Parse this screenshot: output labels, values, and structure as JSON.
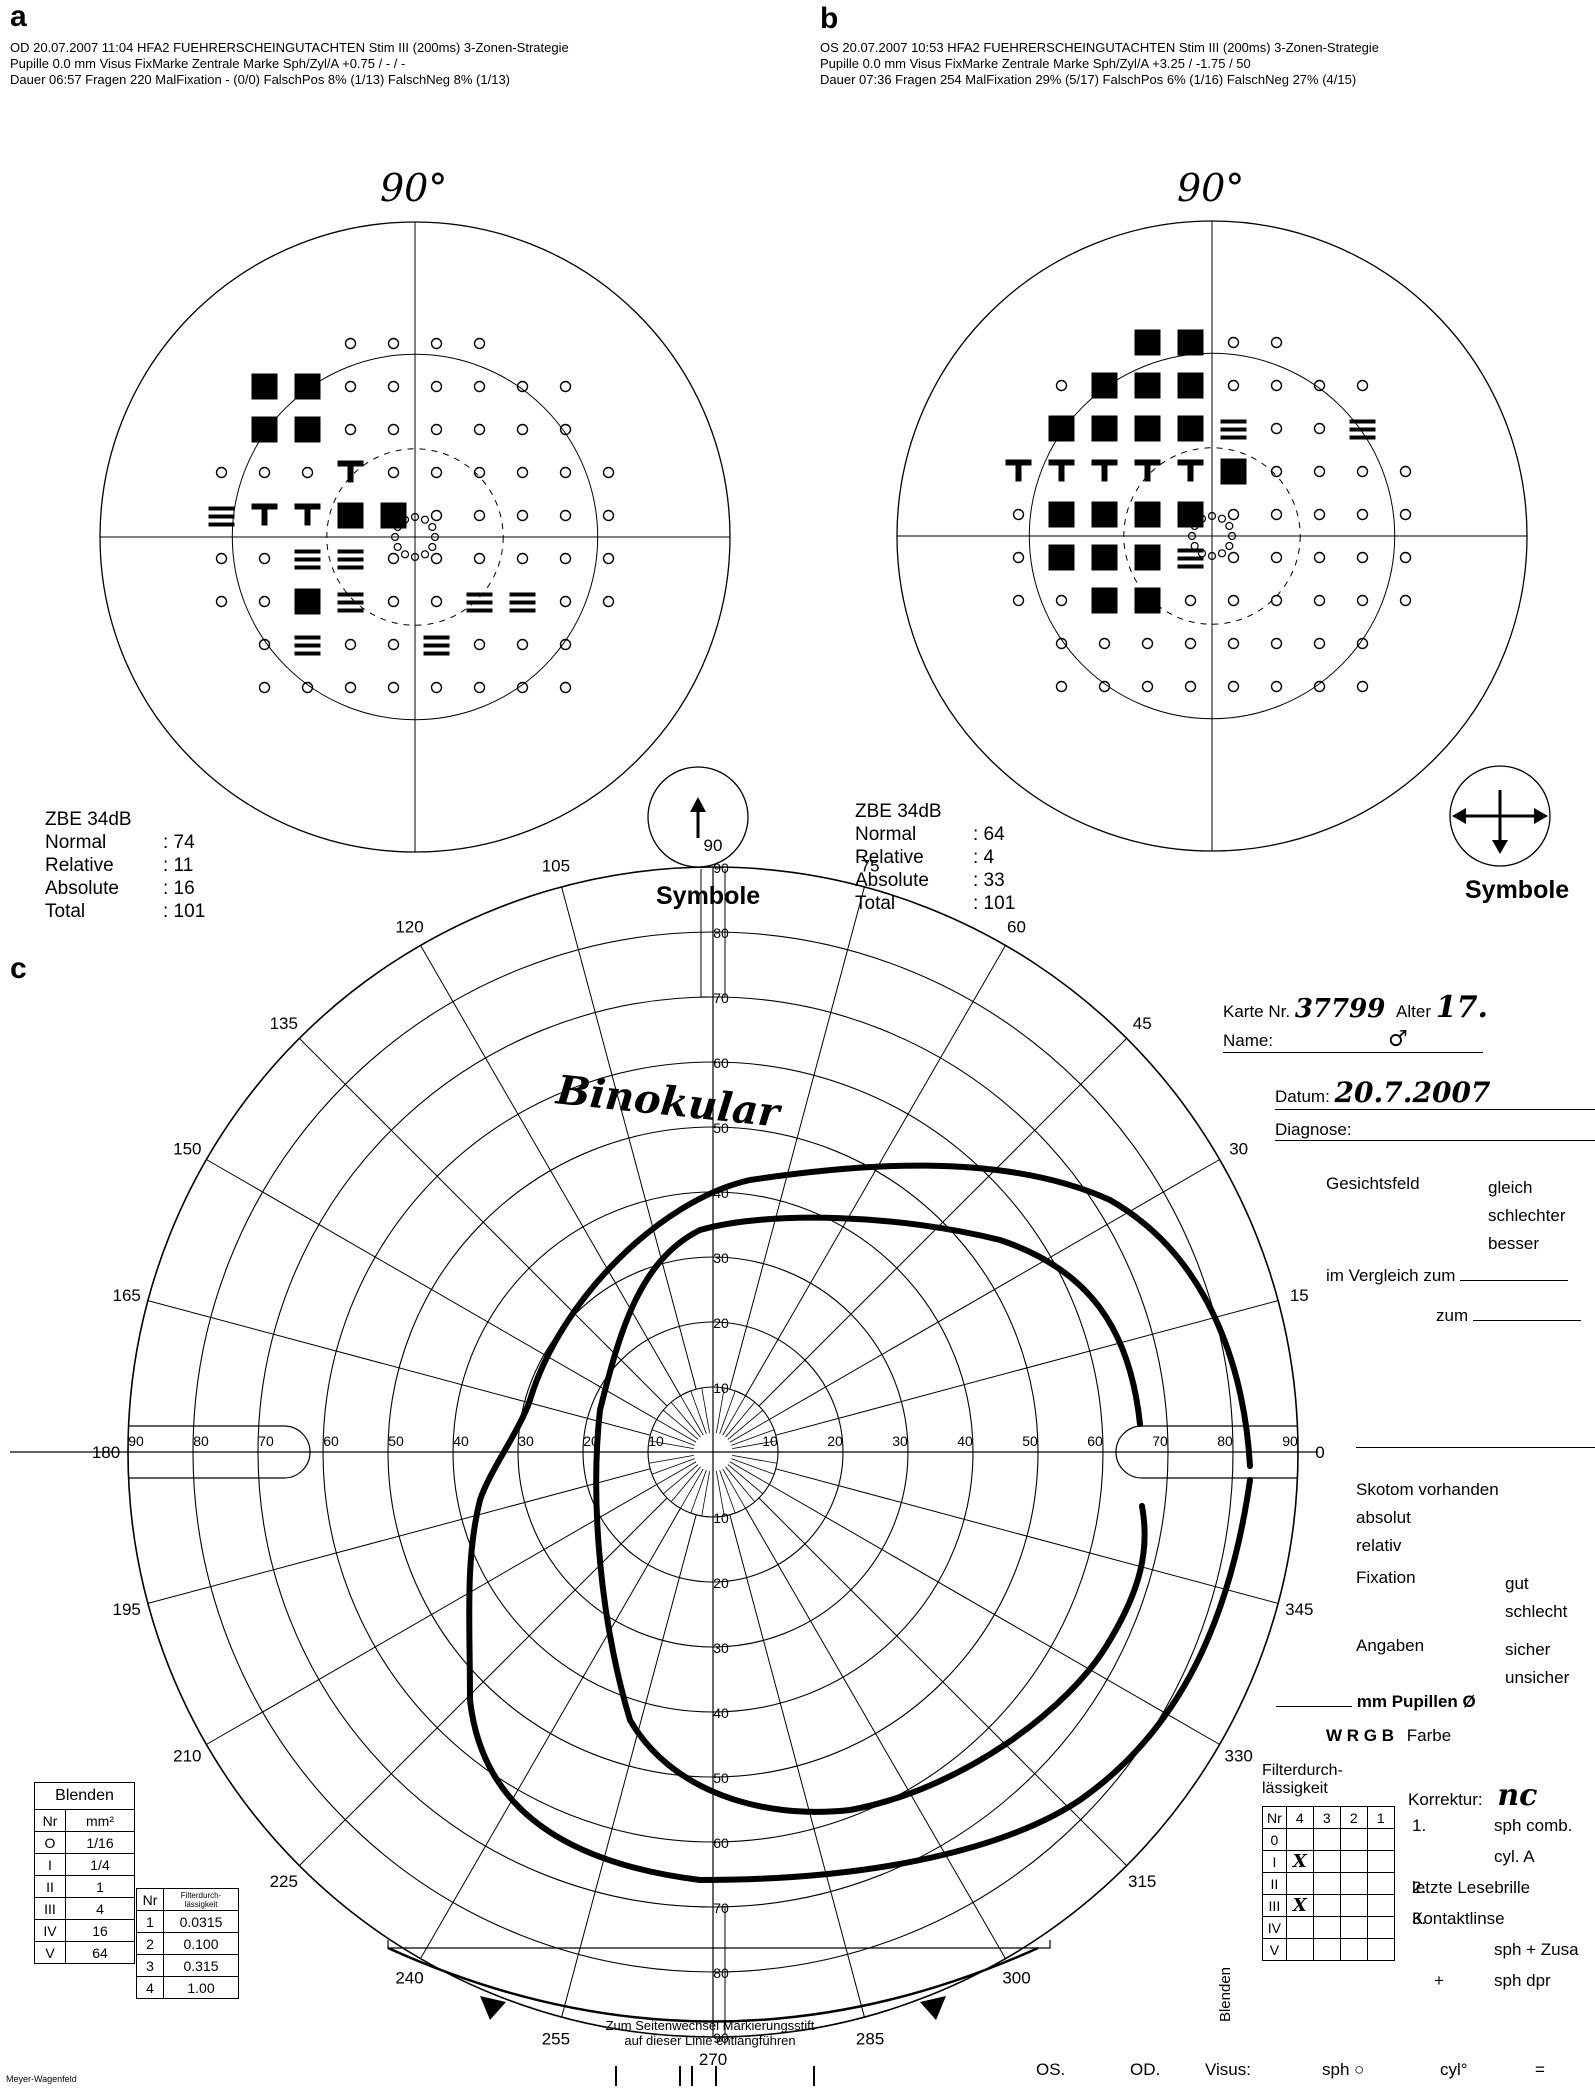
{
  "panel_a": {
    "letter": "a",
    "header": [
      "OD  20.07.2007   11:04   HFA2 FUEHRERSCHEINGUTACHTEN  Stim  III (200ms)   3-Zonen-Strategie",
      "Pupille 0.0 mm    Visus     FixMarke Zentrale Marke    Sph/Zyl/A +0.75 / - / -",
      "Dauer 06:57   Fragen 220   MalFixation - (0/0)   FalschPos 8% (1/13)   FalschNeg 8% (1/13)"
    ],
    "degree_label": "90°",
    "stats": {
      "title": "ZBE  34dB",
      "rows": [
        {
          "label": "Normal",
          "value": ":  74"
        },
        {
          "label": "Relative",
          "value": ":  11"
        },
        {
          "label": "Absolute",
          "value": ":  16"
        },
        {
          "label": "Total",
          "value": ":  101"
        }
      ]
    },
    "symbol_label": "Symbole"
  },
  "panel_b": {
    "letter": "b",
    "header": [
      "OS  20.07.2007   10:53   HFA2 FUEHRERSCHEINGUTACHTEN  Stim  III (200ms)   3-Zonen-Strategie",
      "Pupille 0.0 mm    Visus     FixMarke Zentrale Marke    Sph/Zyl/A +3.25 / -1.75 / 50",
      "Dauer 07:36   Fragen 254   MalFixation 29% (5/17)   FalschPos 6% (1/16)   FalschNeg 27% (4/15)"
    ],
    "degree_label": "90°",
    "stats": {
      "title": "ZBE  34dB",
      "rows": [
        {
          "label": "Normal",
          "value": ":  64"
        },
        {
          "label": "Relative",
          "value": ":  4"
        },
        {
          "label": "Absolute",
          "value": ":  33"
        },
        {
          "label": "Total",
          "value": ":  101"
        }
      ]
    },
    "symbol_label": "Symbole"
  },
  "panel_c": {
    "letter": "c",
    "meridians": [
      "0",
      "15",
      "30",
      "45",
      "60",
      "75",
      "90",
      "105",
      "120",
      "135",
      "150",
      "165",
      "180",
      "195",
      "210",
      "225",
      "240",
      "255",
      "270",
      "285",
      "300",
      "315",
      "330",
      "345"
    ],
    "scale_labels": [
      "10",
      "20",
      "30",
      "40",
      "50",
      "60",
      "70",
      "80",
      "90"
    ],
    "handwriting_note": "Binokular",
    "form": {
      "karte_label": "Karte Nr.",
      "karte_value": "37799",
      "alter_label": "Alter",
      "alter_value": "17.",
      "sex_value": "♂",
      "name_label": "Name:",
      "datum_label": "Datum:",
      "datum_value": "20.7.2007",
      "diagnose_label": "Diagnose:",
      "gesichtsfeld_label": "Gesichtsfeld",
      "gesichtsfeld_options": [
        "gleich",
        "schlechter",
        "besser"
      ],
      "vergleich_label": "im Vergleich zum",
      "zum_label": "zum",
      "skotom_label": "Skotom vorhanden",
      "skotom_options": [
        "absolut",
        "relativ"
      ],
      "fixation_label": "Fixation",
      "fixation_options": [
        "gut",
        "schlecht"
      ],
      "angaben_label": "Angaben",
      "angaben_options": [
        "sicher",
        "unsicher"
      ],
      "pupillen_label": "mm Pupillen Ø",
      "farbe_letters": "W  R  G  B",
      "farbe_label": "Farbe",
      "filter_label_1": "Filterdurch-",
      "filter_label_2": "lässigkeit",
      "korrektur_label": "Korrektur:",
      "korrektur_value": "nc",
      "korrektur_items": [
        {
          "num": "1.",
          "text": "sph comb."
        },
        {
          "num": "",
          "text": "cyl. A"
        },
        {
          "num": "2.",
          "text": "letzte Lesebrille"
        },
        {
          "num": "3.",
          "text": "Kontaktlinse"
        },
        {
          "num": "",
          "text": "sph + Zusa"
        },
        {
          "num": "+",
          "text": "sph dpr"
        }
      ]
    },
    "blenden_title": "Blenden",
    "blenden_header": [
      "Nr",
      "mm²"
    ],
    "blenden_rows": [
      [
        "O",
        "1/16"
      ],
      [
        "I",
        "1/4"
      ],
      [
        "II",
        "1"
      ],
      [
        "III",
        "4"
      ],
      [
        "IV",
        "16"
      ],
      [
        "V",
        "64"
      ]
    ],
    "filter_header": [
      "Nr",
      "Filterdurch-lässigkeit"
    ],
    "filter_rows": [
      [
        "1",
        "0.0315"
      ],
      [
        "2",
        "0.100"
      ],
      [
        "3",
        "0.315"
      ],
      [
        "4",
        "1.00"
      ]
    ],
    "grid_header": [
      "Nr",
      "4",
      "3",
      "2",
      "1"
    ],
    "grid_rows": [
      "0",
      "I",
      "II",
      "III",
      "IV",
      "V"
    ],
    "grid_side_label": "Blenden",
    "grid_marks": [
      "X",
      "X"
    ],
    "arc_instruction": [
      "Zum Seitenwechsel Markierungsstift",
      "auf dieser Linie entlangführen"
    ],
    "bottom_row": {
      "os": "OS.",
      "od": "OD.",
      "visus": "Visus:",
      "sph": "sph ○",
      "cyl": "cyl°",
      "eq": "="
    },
    "maker": "Meyer-Wagenfeld"
  }
}
